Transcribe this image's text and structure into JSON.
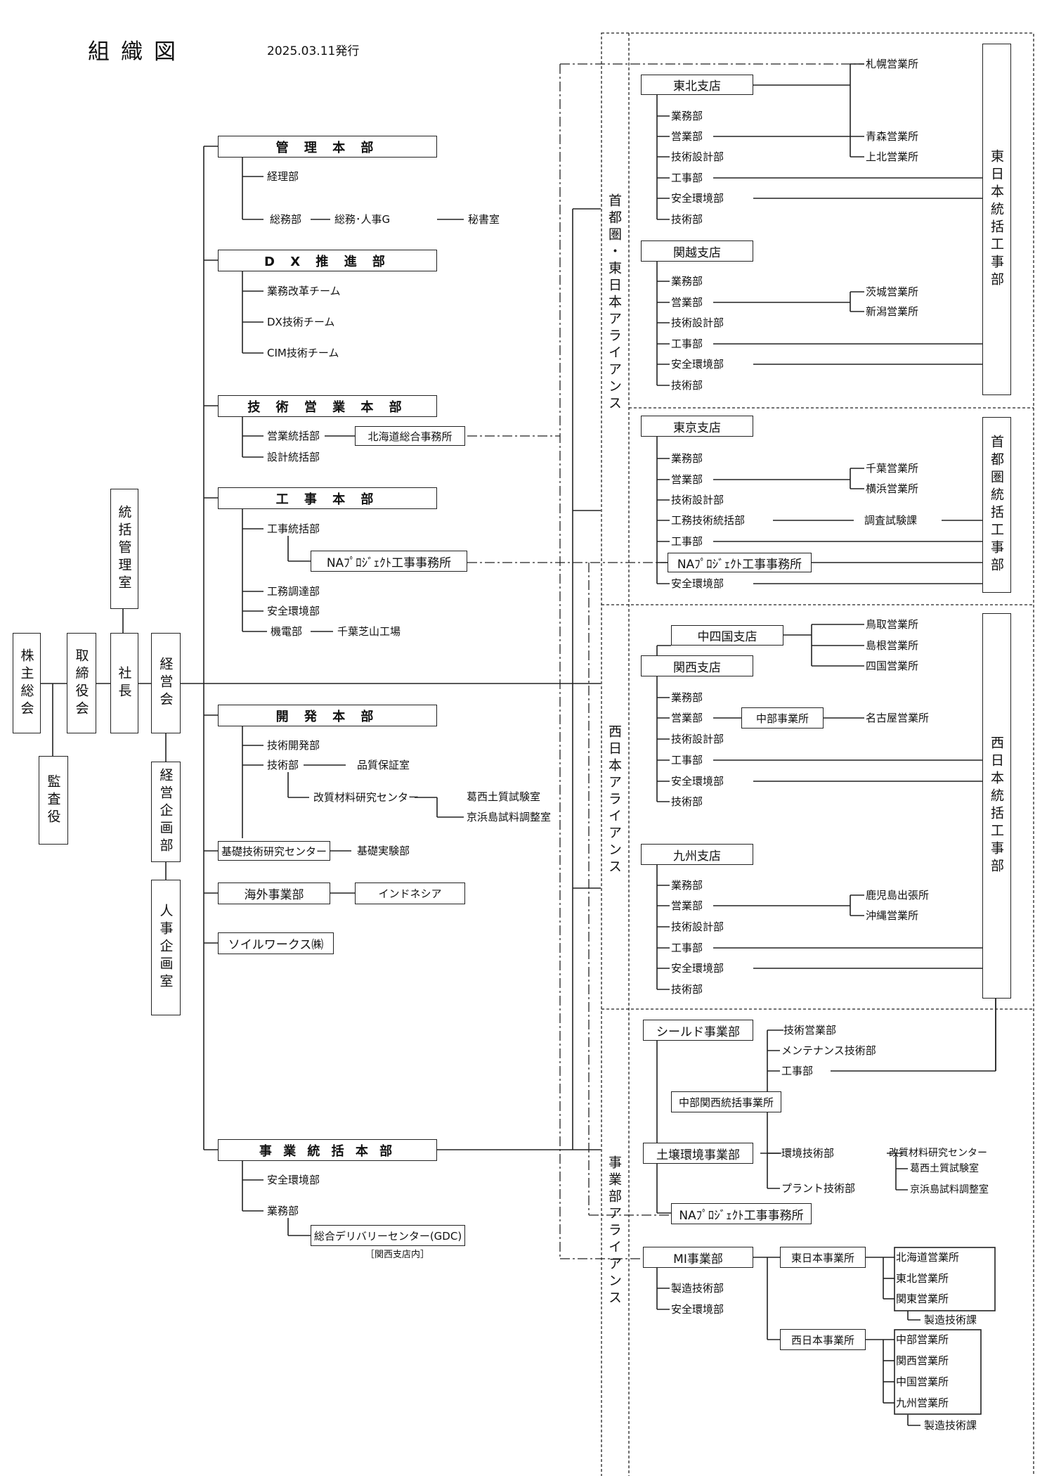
{
  "header": {
    "title": "組織図",
    "date": "2025.03.11発行"
  },
  "executive": {
    "shareholders": "株主総会",
    "board": "取締役会",
    "auditor": "監査役",
    "president": "社長",
    "oversight": "統括管理室",
    "management_council": "経営会",
    "planning": "経営企画部",
    "hr_planning": "人事企画室"
  },
  "hq": {
    "admin": {
      "title": "管 理 本 部",
      "accounting": "経理部",
      "general_affairs": "総務部",
      "hr_group": "総務･人事G",
      "secretary": "秘書室"
    },
    "dx": {
      "title": "D X 推 進 部",
      "items": [
        "業務改革チーム",
        "DX技術チーム",
        "CIM技術チーム"
      ]
    },
    "tech_sales": {
      "title": "技 術 営 業 本 部",
      "sales_control": "営業統括部",
      "hokkaido": "北海道総合事務所",
      "design_control": "設計統括部"
    },
    "construction": {
      "title": "工 事 本 部",
      "control": "工事統括部",
      "na_project": "NAﾌﾟﾛｼﾞｪｸﾄ工事事務所",
      "procurement": "工務調達部",
      "safety": "安全環境部",
      "mech_elec": "機電部",
      "chiba": "千葉芝山工場"
    },
    "development": {
      "title": "開 発 本 部",
      "rd": "技術開発部",
      "tech": "技術部",
      "qa": "品質保証室",
      "materials": "改質材料研究センター",
      "kasai_lab": "葛西土質試験室",
      "keihin_lab": "京浜島試料調整室"
    },
    "foundation_center": "基礎技術研究センター",
    "foundation_lab": "基礎実験部",
    "overseas": "海外事業部",
    "indonesia": "インドネシア",
    "soilworks": "ソイルワークス㈱",
    "business": {
      "title": "事 業 統 括 本 部",
      "safety": "安全環境部",
      "operations": "業務部",
      "gdc": "総合デリバリーセンター(GDC)",
      "gdc_note": "［関西支店内］"
    }
  },
  "alliances": {
    "east": "首都圏・東日本アライアンス",
    "west": "西日本アライアンス",
    "business": "事業部アライアンス"
  },
  "branches": {
    "tohoku": {
      "name": "東北支店",
      "depts": [
        "業務部",
        "営業部",
        "技術設計部",
        "工事部",
        "安全環境部",
        "技術部"
      ],
      "offices": [
        "札幌営業所",
        "青森営業所",
        "上北営業所"
      ]
    },
    "kanetsu": {
      "name": "関越支店",
      "depts": [
        "業務部",
        "営業部",
        "技術設計部",
        "工事部",
        "安全環境部",
        "技術部"
      ],
      "offices": [
        "茨城営業所",
        "新潟営業所"
      ]
    },
    "tokyo": {
      "name": "東京支店",
      "depts": [
        "業務部",
        "営業部",
        "技術設計部",
        "工務技術統括部",
        "工事部",
        "NAﾌﾟﾛｼﾞｪｸﾄ工事事務所",
        "安全環境部"
      ],
      "offices": [
        "千葉営業所",
        "横浜営業所"
      ],
      "survey": "調査試験課"
    },
    "chushikoku": {
      "name": "中四国支店",
      "offices": [
        "鳥取営業所",
        "島根営業所",
        "四国営業所"
      ]
    },
    "kansai": {
      "name": "関西支店",
      "depts": [
        "業務部",
        "営業部",
        "技術設計部",
        "工事部",
        "安全環境部",
        "技術部"
      ],
      "chubu": "中部事業所",
      "nagoya": "名古屋営業所"
    },
    "kyushu": {
      "name": "九州支店",
      "depts": [
        "業務部",
        "営業部",
        "技術設計部",
        "工事部",
        "安全環境部",
        "技術部"
      ],
      "offices": [
        "鹿児島出張所",
        "沖縄営業所"
      ]
    }
  },
  "construction_hq": {
    "east": "東日本統括工事部",
    "capital": "首都圏統括工事部",
    "west": "西日本統括工事部"
  },
  "divisions": {
    "shield": {
      "name": "シールド事業部",
      "items": [
        "技術営業部",
        "メンテナンス技術部",
        "工事部"
      ]
    },
    "chubu_kansai": "中部関西統括事業所",
    "soil": {
      "name": "土壌環境事業部",
      "env_tech": "環境技術部",
      "plant": "プラント技術部",
      "materials": "改質材料研究センター",
      "kasai_lab": "葛西土質試験室",
      "keihin_lab": "京浜島試料調整室"
    },
    "na_project": "NAﾌﾟﾛｼﾞｪｸﾄ工事事務所",
    "mi": {
      "name": "MI事業部",
      "items": [
        "製造技術部",
        "安全環境部"
      ],
      "east": "東日本事業所",
      "east_offices": [
        "北海道営業所",
        "東北営業所",
        "関東営業所"
      ],
      "east_mfg": "製造技術課",
      "west": "西日本事業所",
      "west_offices": [
        "中部営業所",
        "関西営業所",
        "中国営業所",
        "九州営業所"
      ],
      "west_mfg": "製造技術課"
    }
  }
}
